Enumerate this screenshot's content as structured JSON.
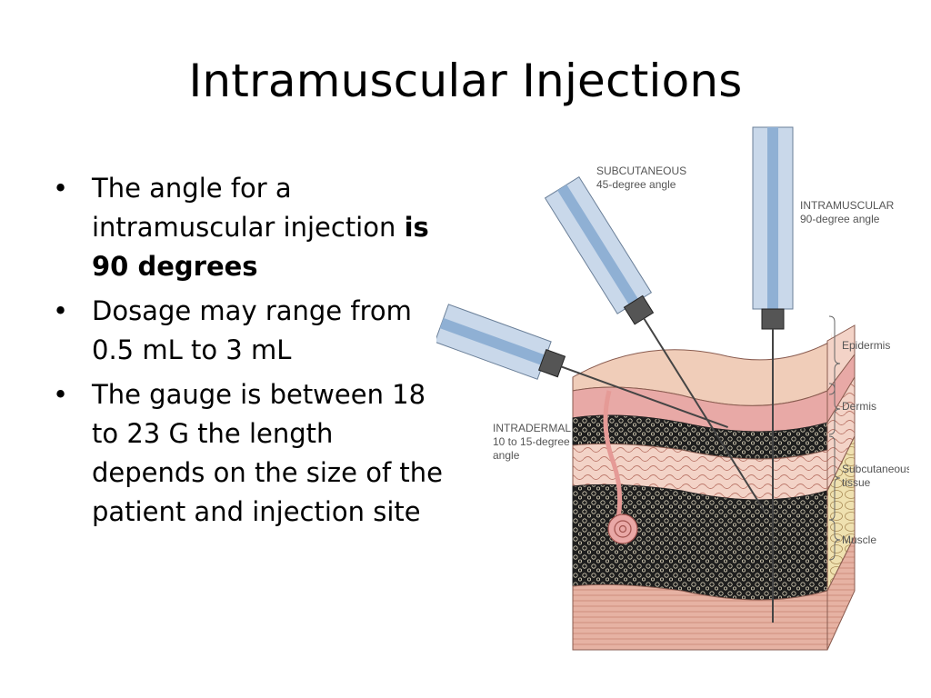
{
  "slide": {
    "title": "Intramuscular Injections",
    "bullets": [
      {
        "text": "The angle for a intramuscular injection ",
        "bold": "is 90 degrees"
      },
      {
        "text": "Dosage may range from 0.5 mL to 3 mL",
        "bold": ""
      },
      {
        "text": "The gauge is between 18 to 23 G the length depends on the size of the patient and injection site",
        "bold": ""
      }
    ]
  },
  "figure": {
    "labels": {
      "subcutaneous": "SUBCUTANEOUS",
      "subcutaneous_angle": "45-degree angle",
      "intramuscular": "INTRAMUSCULAR",
      "intramuscular_angle": "90-degree angle",
      "intradermal": "INTRADERMAL",
      "intradermal_angle_1": "10 to 15-degree",
      "intradermal_angle_2": "angle",
      "epidermis": "Epidermis",
      "dermis": "Dermis",
      "subcutaneous_tissue_1": "Subcutaneous",
      "subcutaneous_tissue_2": "tissue",
      "muscle": "Muscle"
    }
  },
  "colors": {
    "syringe_barrel": "#c9d8ea",
    "syringe_stripe": "#8fb0d4",
    "epidermis": "#e8a9a6",
    "dermis": "#f3cfc3",
    "subcutaneous": "#efe1b0",
    "muscle": "#e9b3a4",
    "tissue_dark": "#222222"
  }
}
